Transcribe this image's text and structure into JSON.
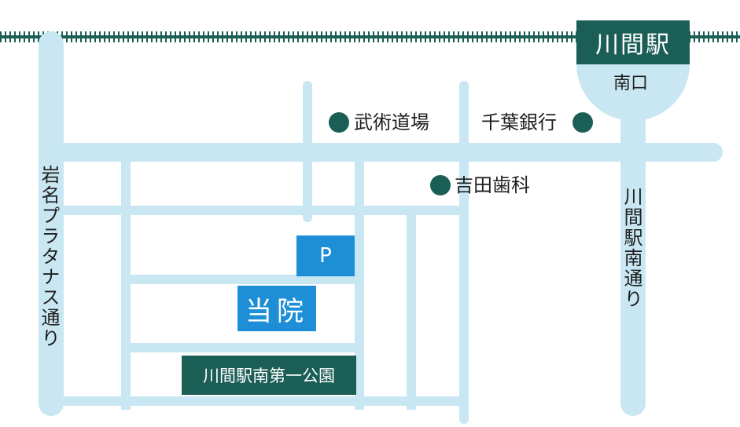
{
  "colors": {
    "road": "#c9e7f2",
    "station_bg": "#1b5e55",
    "facility_blue": "#1e8fd6",
    "poi_dot": "#1b5e55",
    "railway": "#1b5e55",
    "text": "#1e1e1e"
  },
  "station": {
    "name": "川間駅",
    "exit": "南口"
  },
  "roads": {
    "west_avenue": "岩名プラタナス通り",
    "east_avenue": "川間駅南通り"
  },
  "facilities": {
    "clinic": "当院",
    "parking": "P",
    "park": "川間駅南第一公園"
  },
  "pois": [
    {
      "name": "武術道場"
    },
    {
      "name": "千葉銀行"
    },
    {
      "name": "吉田歯科"
    }
  ]
}
